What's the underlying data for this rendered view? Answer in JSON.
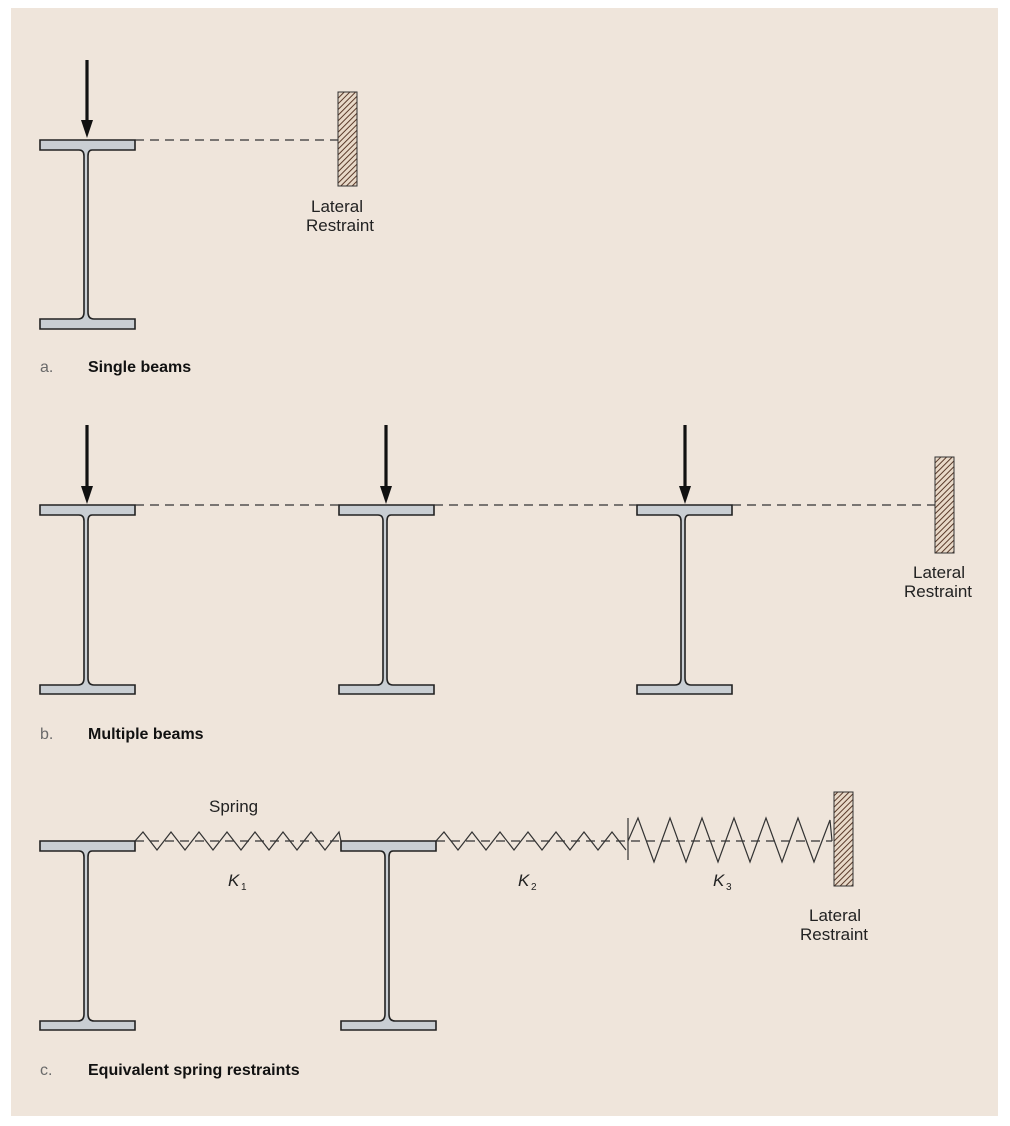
{
  "panels": [
    {
      "letter": "a.",
      "caption": "Single beams"
    },
    {
      "letter": "b.",
      "caption": "Multiple beams"
    },
    {
      "letter": "c.",
      "caption": "Equivalent spring restraints"
    }
  ],
  "restraint": {
    "line1": "Lateral",
    "line2": "Restraint"
  },
  "spring_label": "Spring",
  "stiffness": [
    {
      "symbol": "K",
      "sub": "1"
    },
    {
      "symbol": "K",
      "sub": "2"
    },
    {
      "symbol": "K",
      "sub": "3"
    }
  ],
  "colors": {
    "background": "#efe5db",
    "beam_fill": "#c9ced3",
    "ink": "#222222"
  }
}
